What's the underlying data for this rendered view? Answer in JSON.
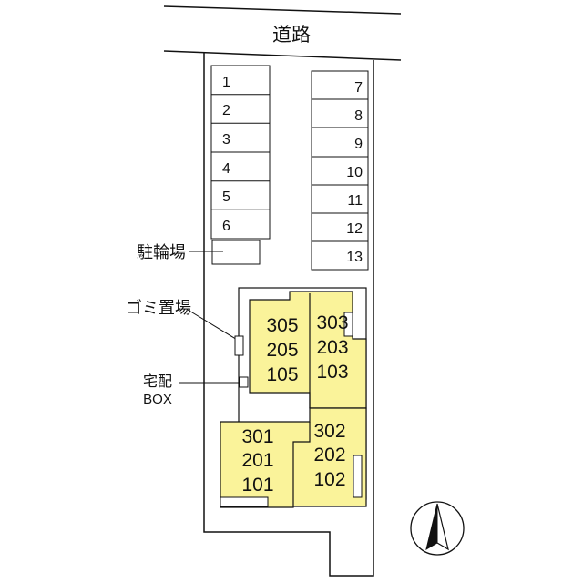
{
  "road": {
    "label": "道路"
  },
  "parking": {
    "left": [
      "1",
      "2",
      "3",
      "4",
      "5",
      "6"
    ],
    "right": [
      "7",
      "8",
      "9",
      "10",
      "11",
      "12",
      "13"
    ]
  },
  "facilities": {
    "bicycle_parking": "駐輪場",
    "garbage_area": "ゴミ置場",
    "delivery_box_line1": "宅配",
    "delivery_box_line2": "BOX"
  },
  "buildings": {
    "upper_left_units": [
      "305",
      "205",
      "105"
    ],
    "upper_right_units": [
      "303",
      "203",
      "103"
    ],
    "lower_left_units": [
      "301",
      "201",
      "101"
    ],
    "lower_right_units": [
      "302",
      "202",
      "102"
    ]
  },
  "colors": {
    "building_fill": "#faf39a",
    "line": "#111111"
  },
  "compass": {
    "icon": "north-arrow-icon"
  }
}
